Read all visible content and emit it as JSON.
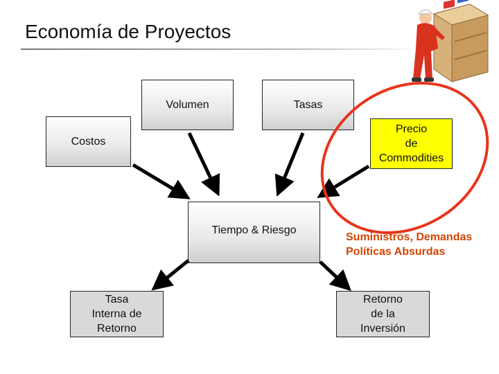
{
  "title": "Economía de Proyectos",
  "nodes": {
    "volumen": "Volumen",
    "tasas": "Tasas",
    "costos": "Costos",
    "precio": [
      "Precio",
      "de",
      "Commodities"
    ],
    "tiempo": "Tiempo & Riesgo",
    "tir": [
      "Tasa",
      "Interna de",
      "Retorno"
    ],
    "retorno": [
      "Retorno",
      "de la",
      "Inversión"
    ]
  },
  "annotation": [
    "Suministros, Demandas",
    "Políticas Absurdas"
  ],
  "colors": {
    "highlight_box": "#ffff00",
    "annotation_text": "#d24400",
    "ellipse": "#e8341c"
  }
}
